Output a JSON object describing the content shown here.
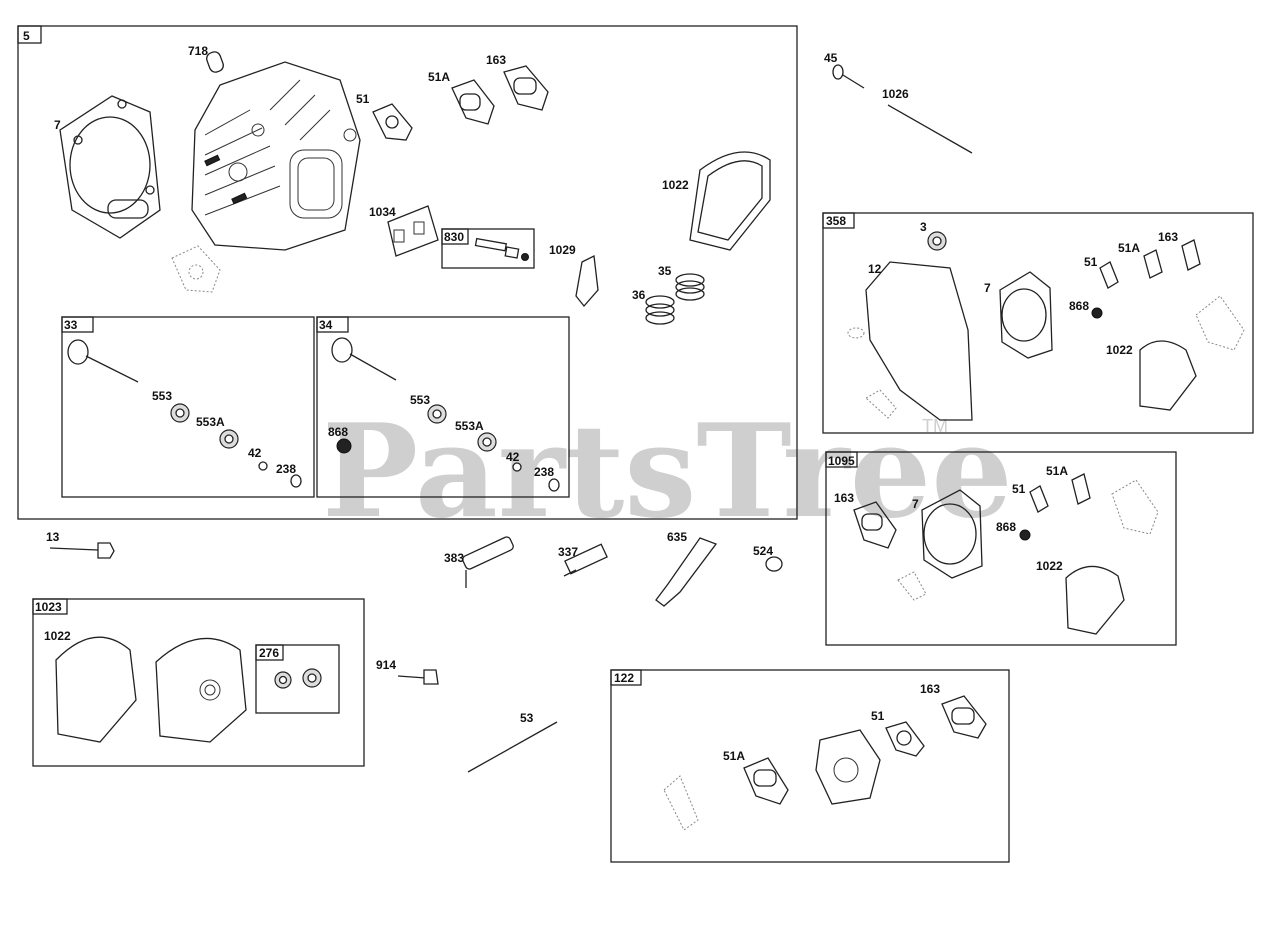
{
  "watermark": {
    "text": "PartsTree",
    "tm": "TM"
  },
  "boxes": {
    "b5": "5",
    "b33": "33",
    "b34": "34",
    "b830": "830",
    "b358": "358",
    "b1095": "1095",
    "b1023": "1023",
    "b276": "276",
    "b122": "122"
  },
  "labels": {
    "p718": "718",
    "p7a": "7",
    "p51a": "51",
    "p51Aa": "51A",
    "p163a": "163",
    "p1022a": "1022",
    "p1034": "1034",
    "p1029": "1029",
    "p35": "35",
    "p36": "36",
    "p553a": "553",
    "p553Aa": "553A",
    "p42a": "42",
    "p238a": "238",
    "p553b": "553",
    "p553Ab": "553A",
    "p868a": "868",
    "p42b": "42",
    "p238b": "238",
    "p45": "45",
    "p1026": "1026",
    "p3": "3",
    "p12": "12",
    "p7b": "7",
    "p51b": "51",
    "p51Ab": "51A",
    "p163b": "163",
    "p868b": "868",
    "p1022b": "1022",
    "p163c": "163",
    "p7c": "7",
    "p51c": "51",
    "p51Ac": "51A",
    "p868c": "868",
    "p1022c": "1022",
    "p13": "13",
    "p383": "383",
    "p337": "337",
    "p635": "635",
    "p524": "524",
    "p1022d": "1022",
    "p914": "914",
    "p53": "53",
    "p163d": "163",
    "p51d": "51",
    "p51Ad": "51A"
  }
}
